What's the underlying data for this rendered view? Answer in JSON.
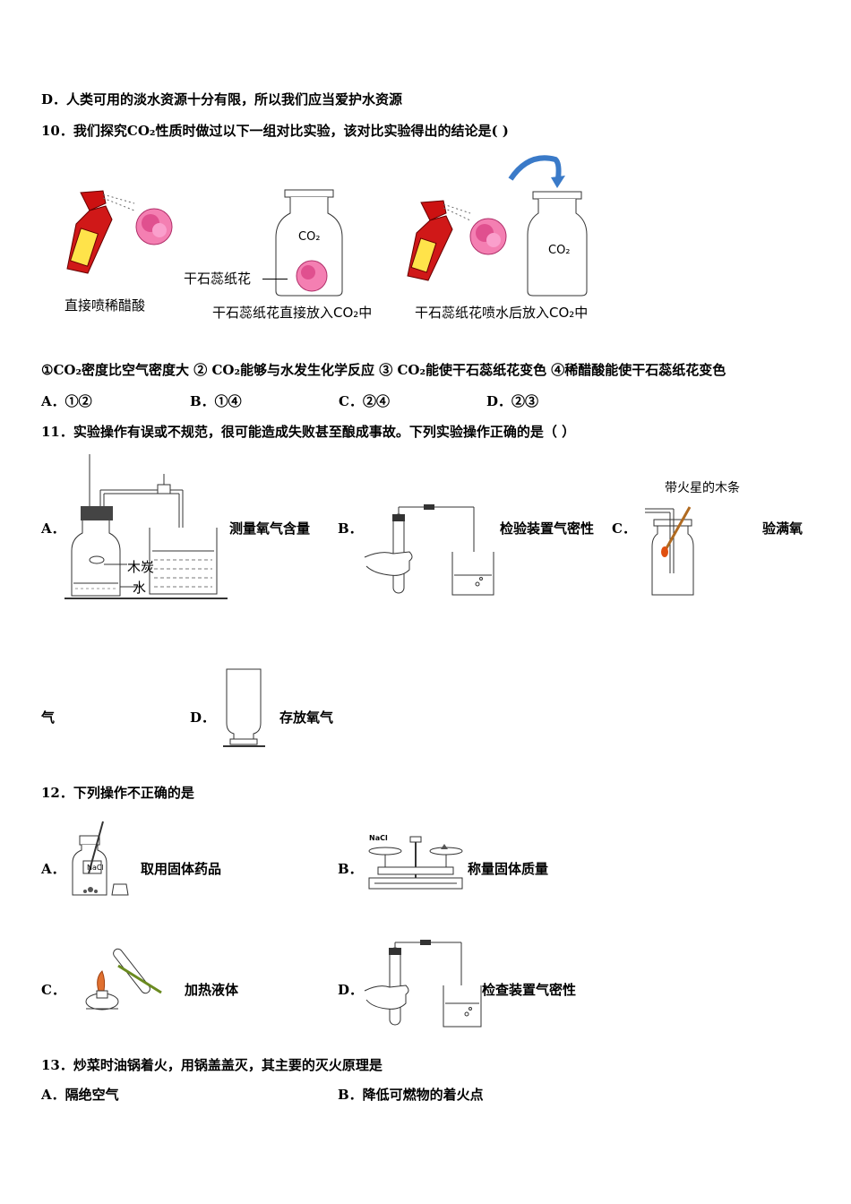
{
  "q9": {
    "option_d": "D．人类可用的淡水资源十分有限，所以我们应当爱护水资源"
  },
  "q10": {
    "stem": "10．我们探究CO₂性质时做过以下一组对比实验，该对比实验得出的结论是(   )",
    "fig_caption_1": "直接喷稀醋酸",
    "fig_flower_label": "干石蕊纸花",
    "fig_caption_2": "干石蕊纸花直接放入CO₂中",
    "fig_caption_3": "干石蕊纸花喷水后放入CO₂中",
    "jar_label": "CO₂",
    "statements": "①CO₂密度比空气密度大 ② CO₂能够与水发生化学反应 ③ CO₂能使干石蕊纸花变色 ④稀醋酸能使干石蕊纸花变色",
    "options": [
      "A．①②",
      "B．①④",
      "C．②④",
      "D．②③"
    ]
  },
  "q11": {
    "stem": "11．实验操作有误或不规范，很可能造成失败甚至酿成事故。下列实验操作正确的是（      ）",
    "a_letter": "A．",
    "a_text": "测量氧气含量",
    "a_label_charcoal": "木炭",
    "a_label_water": "水",
    "b_letter": "B．",
    "b_text": "检验装置气密性",
    "c_letter": "C．",
    "c_text_1": "验满氧",
    "c_text_2": "气",
    "c_label": "带火星的木条",
    "d_letter": "D．",
    "d_text": "存放氧气"
  },
  "q12": {
    "stem": "12．下列操作不正确的是",
    "a_letter": "A．",
    "a_text": "取用固体药品",
    "a_bottle_label": "NaCl",
    "b_letter": "B．",
    "b_text": "称量固体质量",
    "b_label": "NaCl",
    "c_letter": "C．",
    "c_text": "加热液体",
    "d_letter": "D．",
    "d_text": "检查装置气密性"
  },
  "q13": {
    "stem": "13．炒菜时油锅着火，用锅盖盖灭，其主要的灭火原理是",
    "option_a": "A．隔绝空气",
    "option_b": "B．降低可燃物的着火点"
  }
}
